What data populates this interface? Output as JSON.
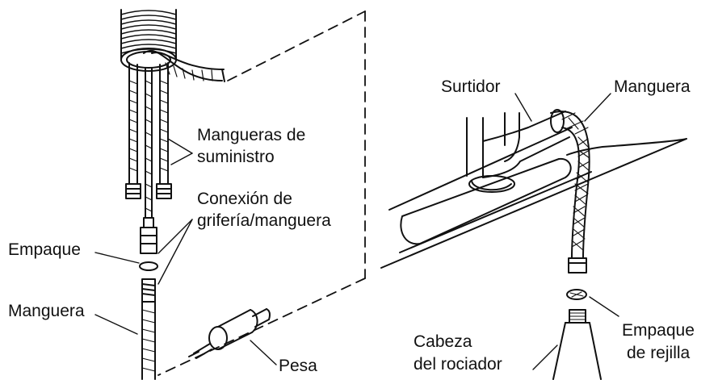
{
  "labels": {
    "mangueras_suministro_1": "Mangueras de",
    "mangueras_suministro_2": "suministro",
    "conexion_1": "Conexión de",
    "conexion_2": "grifería/manguera",
    "empaque": "Empaque",
    "manguera_left": "Manguera",
    "pesa": "Pesa",
    "surtidor": "Surtidor",
    "manguera_right": "Manguera",
    "cabeza_1": "Cabeza",
    "cabeza_2": "del rociador",
    "empaque_rejilla_1": "Empaque",
    "empaque_rejilla_2": "de rejilla"
  },
  "colors": {
    "line": "#111111",
    "background": "#ffffff"
  }
}
